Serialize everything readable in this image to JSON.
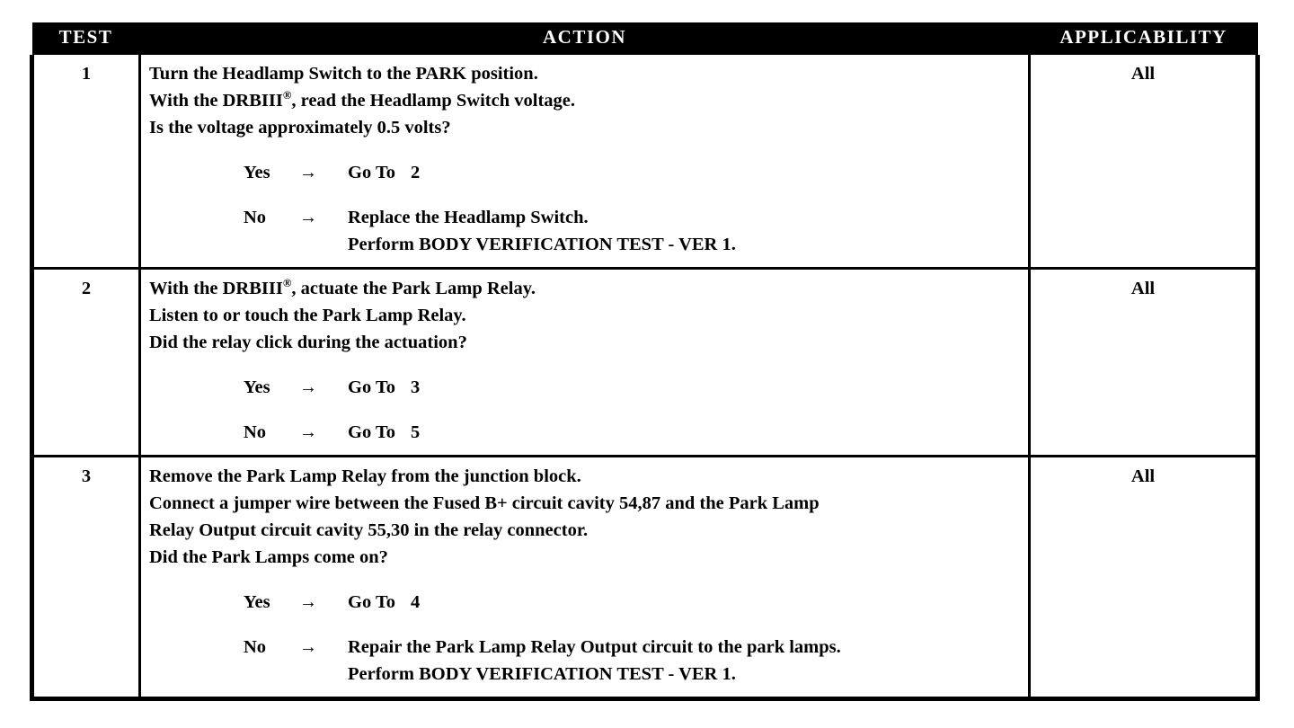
{
  "table": {
    "headers": {
      "test": "TEST",
      "action": "ACTION",
      "applicability": "APPLICABILITY"
    },
    "rows": [
      {
        "test": "1",
        "applicability": "All",
        "statements": [
          "Turn the Headlamp Switch to the PARK position.",
          "With the DRBIII®, read the Headlamp Switch voltage.",
          "Is the voltage approximately 0.5 volts?"
        ],
        "branches": [
          {
            "answer": "Yes",
            "arrow": "→",
            "result_lines": [
              "Go To",
              "2"
            ],
            "is_goto": true
          },
          {
            "answer": "No",
            "arrow": "→",
            "result_lines": [
              "Replace the Headlamp Switch.",
              "Perform BODY VERIFICATION TEST - VER 1."
            ],
            "is_goto": false
          }
        ]
      },
      {
        "test": "2",
        "applicability": "All",
        "statements": [
          "With the DRBIII®, actuate the Park Lamp Relay.",
          "Listen to or touch the Park Lamp Relay.",
          "Did the relay click during the actuation?"
        ],
        "branches": [
          {
            "answer": "Yes",
            "arrow": "→",
            "result_lines": [
              "Go To",
              "3"
            ],
            "is_goto": true
          },
          {
            "answer": "No",
            "arrow": "→",
            "result_lines": [
              "Go To",
              "5"
            ],
            "is_goto": true
          }
        ]
      },
      {
        "test": "3",
        "applicability": "All",
        "statements": [
          "Remove the Park Lamp Relay from the junction block.",
          "Connect a jumper wire between the Fused B+ circuit cavity 54,87 and the Park Lamp",
          "Relay Output circuit cavity 55,30 in the relay connector.",
          "Did the Park Lamps come on?"
        ],
        "branches": [
          {
            "answer": "Yes",
            "arrow": "→",
            "result_lines": [
              "Go To",
              "4"
            ],
            "is_goto": true
          },
          {
            "answer": "No",
            "arrow": "→",
            "result_lines": [
              "Repair the Park Lamp Relay Output circuit to the park lamps.",
              "Perform BODY VERIFICATION TEST - VER 1."
            ],
            "is_goto": false
          }
        ]
      }
    ]
  },
  "colors": {
    "header_background": "#000000",
    "header_text": "#ffffff",
    "border": "#000000",
    "body_background": "#ffffff",
    "body_text": "#000000"
  }
}
